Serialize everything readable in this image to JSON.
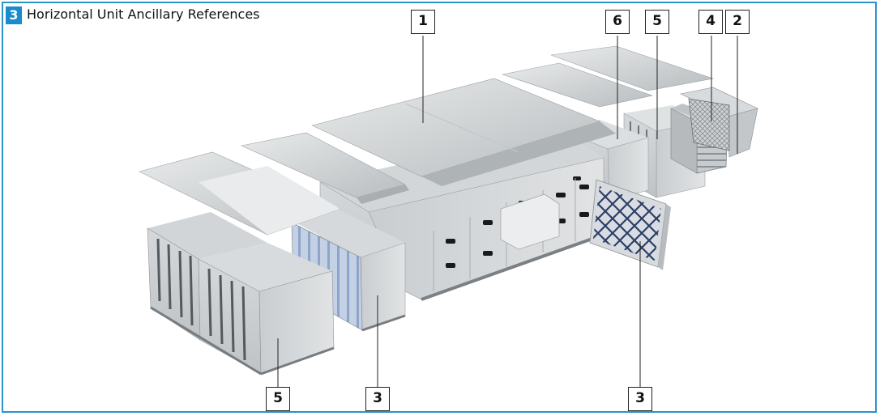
{
  "figure": {
    "number": "3",
    "title": "Horizontal Unit Ancillary References"
  },
  "callouts": {
    "c1": "1",
    "c6": "6",
    "c5_top": "5",
    "c4": "4",
    "c2": "2",
    "c5_bottom": "5",
    "c3_left": "3",
    "c3_right": "3"
  },
  "colors": {
    "frame": "#2a93c8",
    "badge": "#1a8ccc"
  }
}
